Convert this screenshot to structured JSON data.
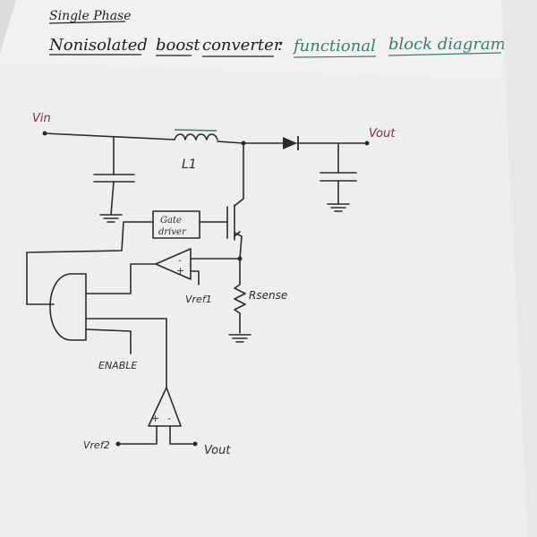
{
  "header": {
    "line1": "Single Phase",
    "line2_part1": "Nonisolated",
    "line2_part2": "boost",
    "line2_part3": "converter",
    "line2_colon": ":",
    "line2_part4": "functional",
    "line2_part5": "block diagram"
  },
  "labels": {
    "vin": "Vin",
    "inductor": "L1",
    "vout_top": "Vout",
    "gate_driver_line1": "Gate",
    "gate_driver_line2": "driver",
    "vref1": "Vref1",
    "rsense": "Rsense",
    "enable": "ENABLE",
    "vref2": "Vref2",
    "vout_bottom": "Vout",
    "opamp1_minus": "-",
    "opamp1_plus": "+",
    "opamp2_plus": "+",
    "opamp2_minus": "-"
  },
  "colors": {
    "ink": "#2b2b2e",
    "title_ink": "#1f1f22",
    "green_ink": "#3a7d6b",
    "red_ink": "#7a2f3b",
    "paper": "#efeff1"
  }
}
